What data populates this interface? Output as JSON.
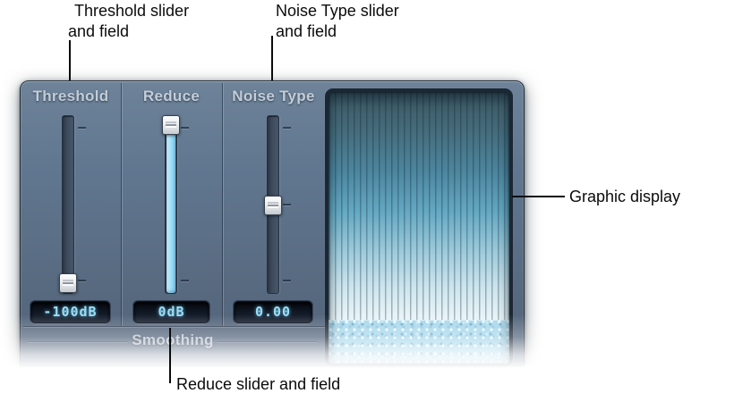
{
  "annotations": {
    "threshold": {
      "line1": "Threshold slider",
      "line2": "and field"
    },
    "noise_type": {
      "line1": "Noise Type slider",
      "line2": "and field"
    },
    "graphic_display": "Graphic display",
    "reduce": "Reduce slider and field"
  },
  "plugin": {
    "threshold": {
      "label": "Threshold",
      "value": "-100dB"
    },
    "reduce": {
      "label": "Reduce",
      "value": "0dB"
    },
    "noise_type": {
      "label": "Noise Type",
      "value": "0.00"
    },
    "smoothing_label": "Smoothing",
    "colors": {
      "panel": "#5d7389",
      "field_text": "#9adef8",
      "reduce_fill": "#9adcf6",
      "display_top": "#3d5864",
      "display_bottom": "#edf6fa"
    }
  }
}
